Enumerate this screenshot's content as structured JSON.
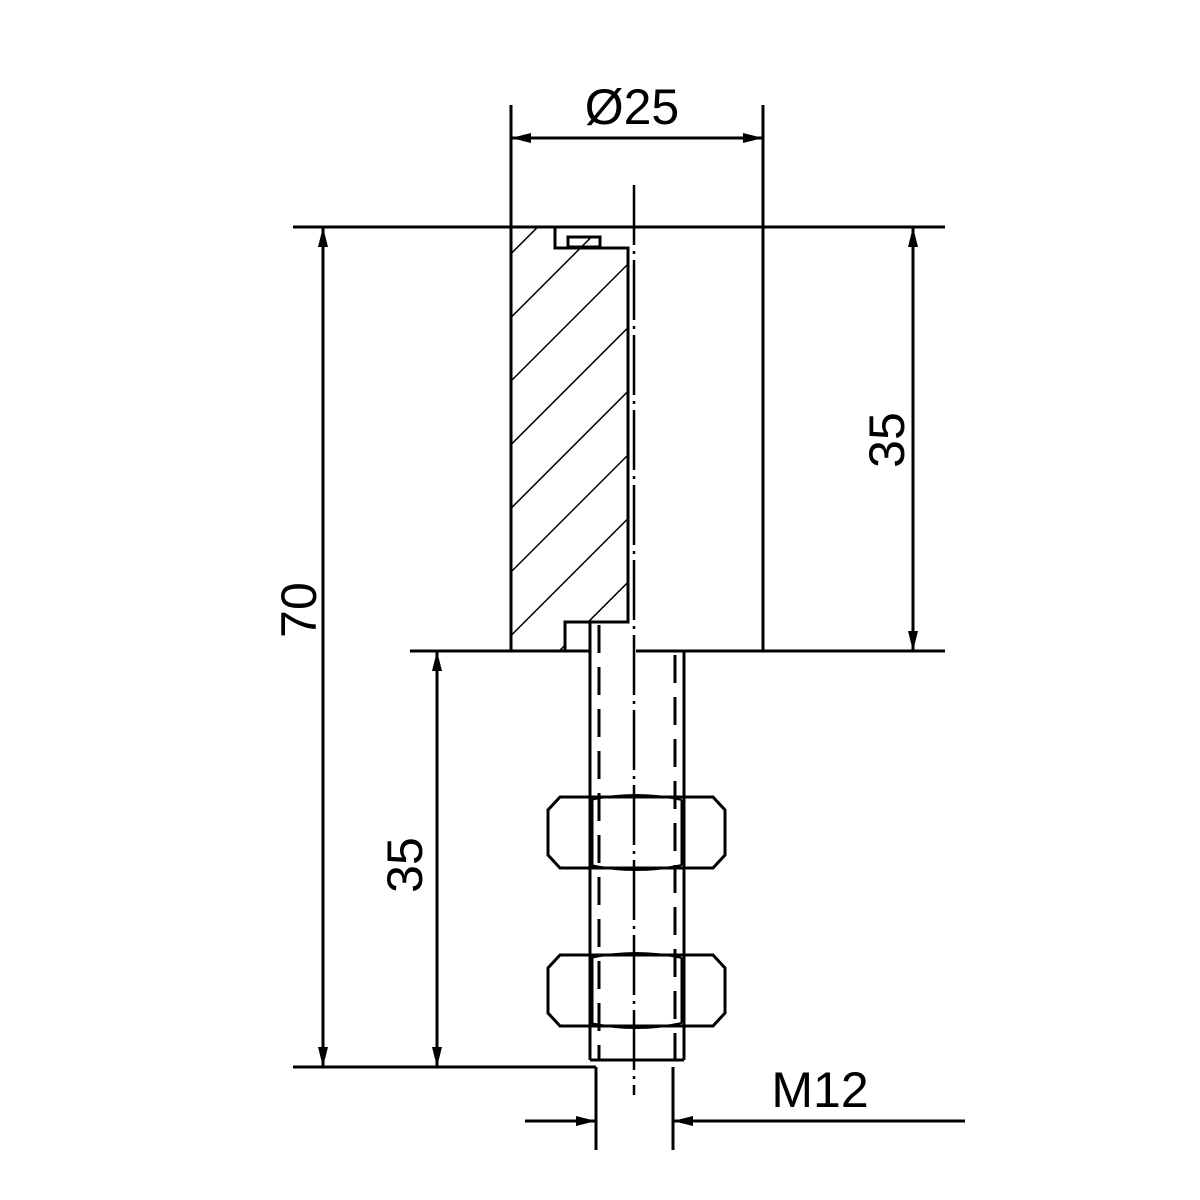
{
  "drawing": {
    "diameter_label": "Ø25",
    "overall_height_label": "70",
    "body_height_label": "35",
    "thread_length_label": "35",
    "thread_label": "M12"
  },
  "colors": {
    "line": "#000000",
    "background": "#ffffff"
  }
}
